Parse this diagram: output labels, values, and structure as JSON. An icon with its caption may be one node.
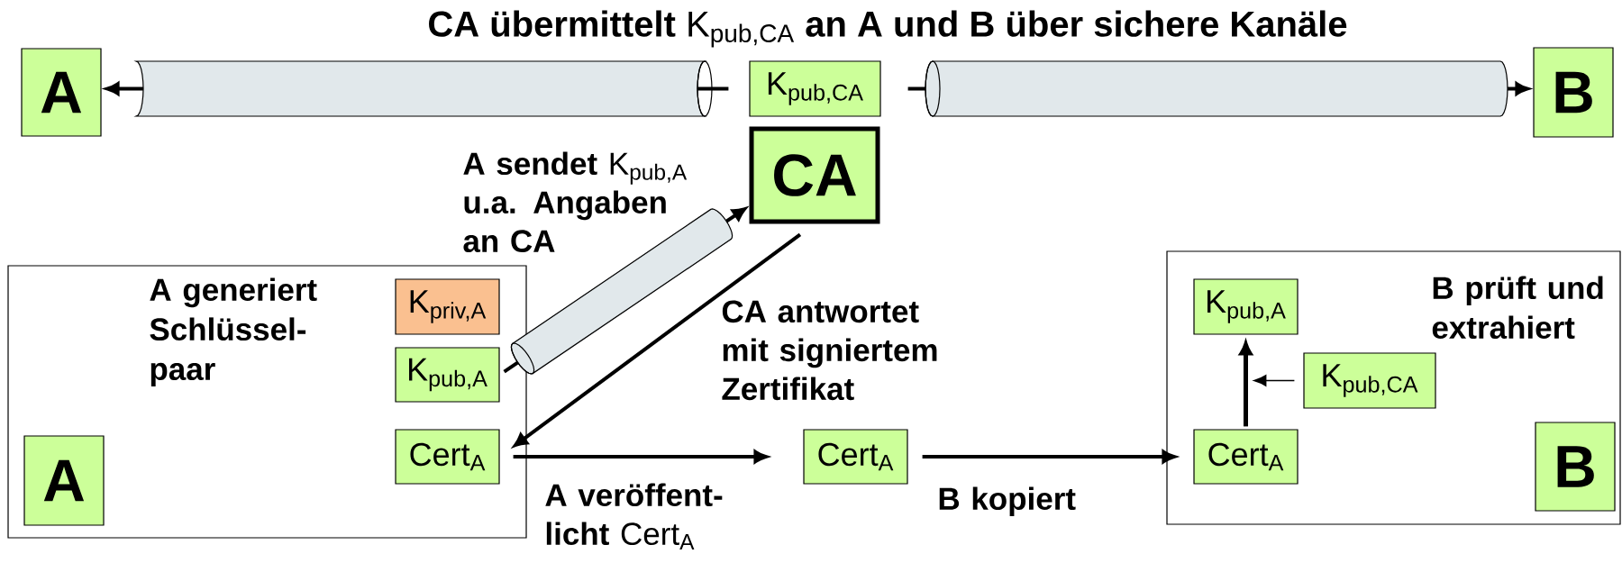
{
  "diagram": {
    "title": "**CA übermittelt** K$_{pub,CA}$ **an A und B über sichere Kanäle**",
    "nodes": [
      {
        "text": [
          "A"
        ]
      },
      {
        "text": [
          "K$_{pub,CA}$"
        ]
      },
      {
        "text": [
          "CA"
        ]
      },
      {
        "text": [
          "B"
        ]
      },
      {
        "text": [
          "A generiert Schlüssel- paar"
        ]
      },
      {
        "text": [
          "K$_{priv,A}$"
        ],
        "in": 4
      },
      {
        "text": [
          "K$_{pub,A}$"
        ],
        "in": 4
      },
      {
        "text": [
          "Cert$_{A}$"
        ],
        "in": 4
      },
      {
        "text": [
          "A"
        ],
        "in": 4
      },
      {
        "text": [
          "Cert$_{A}$"
        ]
      },
      {
        "text": [
          "B prüft und extrahiert"
        ]
      },
      {
        "text": [
          "K$_{pub,A}$"
        ],
        "in": 10
      },
      {
        "text": [
          "K$_{pub,CA}$"
        ],
        "in": 10
      },
      {
        "text": [
          "Cert$_{A}$"
        ],
        "in": 10
      },
      {
        "text": [
          "B"
        ],
        "in": 10
      }
    ],
    "edges": [
      {
        "from": 1,
        "to": 0,
        "arrow": "to"
      },
      {
        "from": 1,
        "to": 3,
        "arrow": "to"
      },
      {
        "from": 6,
        "to": 2,
        "arrow": "to",
        "label": "**A sendet** K$_{pub,A}$ **u.a. Angaben an CA**"
      },
      {
        "from": 2,
        "to": 7,
        "arrow": "to",
        "label": "CA antwortet mit signiertem Zertifikat"
      },
      {
        "from": 7,
        "to": 9,
        "arrow": "to",
        "label": "**A veröffent- licht** Cert$_{A}$"
      },
      {
        "from": 9,
        "to": 13,
        "arrow": "to",
        "label": "B kopiert"
      },
      {
        "from": 13,
        "to": 11,
        "arrow": "to"
      },
      {
        "from": 12,
        "to": null,
        "arrow": "to"
      }
    ]
  }
}
